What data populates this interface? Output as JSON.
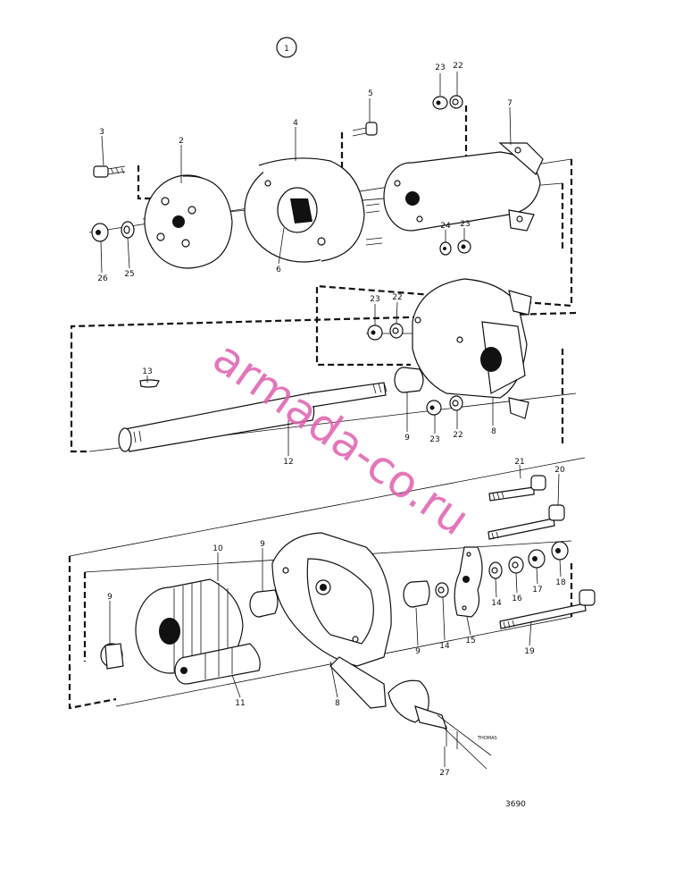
{
  "figure_number": "1",
  "drawing_number": "3690",
  "artist_signature": "THOMAS",
  "watermark": "armada-co.ru",
  "callouts": {
    "c1": "2",
    "c2": "3",
    "c3": "4",
    "c4": "5",
    "c5": "6",
    "c6": "7",
    "c7": "23",
    "c8": "22",
    "c9": "24",
    "c10": "23",
    "c11": "26",
    "c12": "25",
    "c13": "23",
    "c14": "22",
    "c15": "13",
    "c16": "12",
    "c17": "9",
    "c18": "23",
    "c19": "22",
    "c20": "8",
    "c21": "21",
    "c22": "20",
    "c23": "10",
    "c24": "9",
    "c25": "9",
    "c26": "11",
    "c27": "8",
    "c28": "9",
    "c29": "14",
    "c30": "15",
    "c31": "14",
    "c32": "16",
    "c33": "17",
    "c34": "18",
    "c35": "19",
    "c36": "27"
  }
}
